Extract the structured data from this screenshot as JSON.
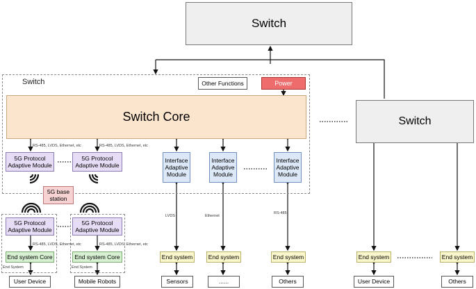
{
  "top_switch": "Switch",
  "left_switch": {
    "title": "Switch",
    "other_functions": "Other Functions",
    "power": "Power",
    "core": "Switch Core",
    "conn_label": "RS-485, LVDS, Ethernet, etc",
    "protocol_module": "5G Protocol Adaptive Module",
    "interface_module": "Interface Adaptive Module",
    "base_station": "5G base station"
  },
  "right_switch": "Switch",
  "end_systems": {
    "end_system_core": "End system Core",
    "end_system": "End system",
    "end_system_label": "End System",
    "conn_label": "RS-485, LVDS, Ethernet, etc"
  },
  "link_labels": {
    "lvds": "LVDS",
    "ethernet": "Ethernet",
    "rs485": "RS-485"
  },
  "devices": {
    "user_device": "User Device",
    "mobile_robots": "Mobile Robots",
    "sensors": "Sensors",
    "ellipsis": "......",
    "others": "Others"
  },
  "icons": [
    "wireless-signal-icon",
    "dotted-ellipsis"
  ]
}
